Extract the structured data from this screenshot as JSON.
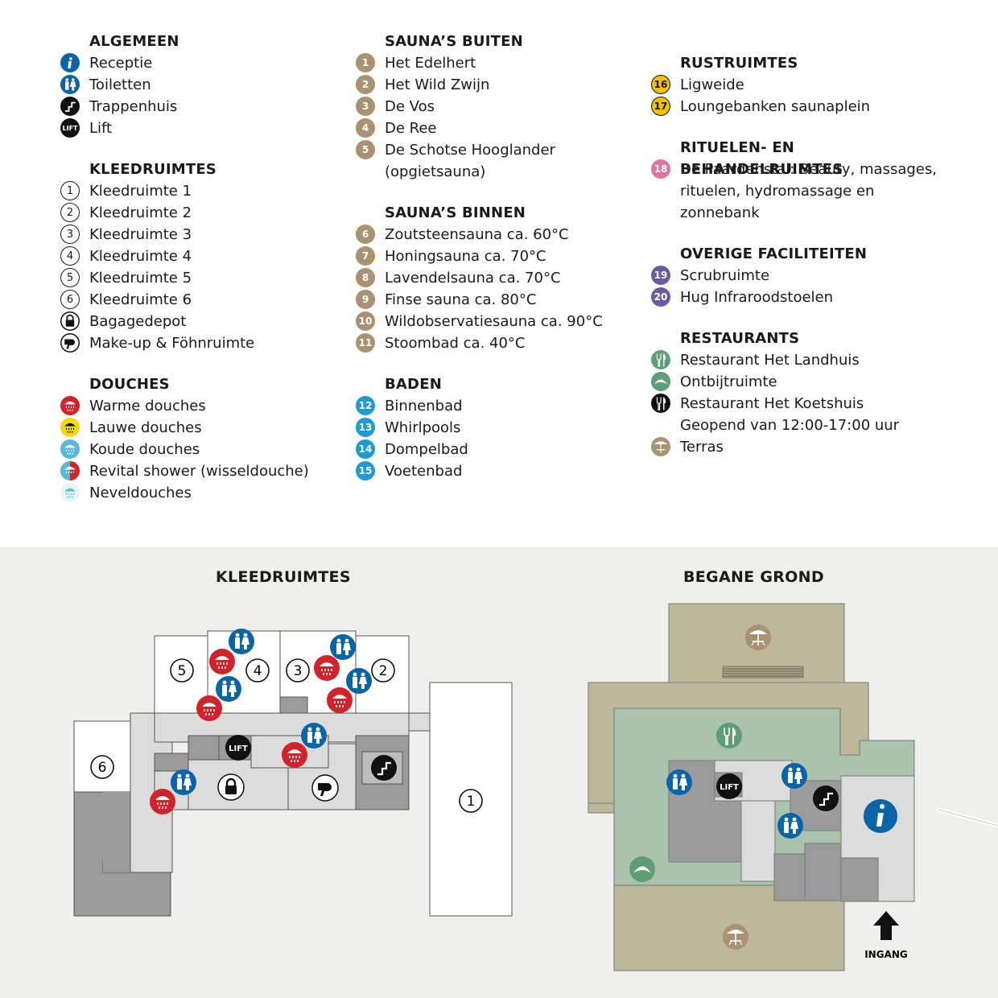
{
  "colors": {
    "general": "#0a64a8",
    "sauna": "#a89272",
    "warm": "#d2232a",
    "lauw": "#f5d90a",
    "cold": "#58b9d9",
    "bath": "#1e9bd7",
    "rust": "#f2c200",
    "ritueel": "#e2739e",
    "overig": "#6a5a9e",
    "restaurant": "#5f9c78",
    "black": "#111111",
    "terras": "#a89272"
  },
  "legend": [
    {
      "title": "ALGEMEEN",
      "items": [
        {
          "icon": "info-icon",
          "label": "Receptie"
        },
        {
          "icon": "toilet-icon",
          "label": "Toiletten"
        },
        {
          "icon": "stairs-icon",
          "label": "Trappenhuis"
        },
        {
          "icon": "lift-icon",
          "badge": "LIFT",
          "label": "Lift"
        }
      ]
    },
    {
      "title": "KLEEDRUIMTES",
      "items": [
        {
          "icon": "number-1-icon",
          "badge": "1",
          "label": "Kleedruimte 1"
        },
        {
          "icon": "number-2-icon",
          "badge": "2",
          "label": "Kleedruimte 2"
        },
        {
          "icon": "number-3-icon",
          "badge": "3",
          "label": "Kleedruimte 3"
        },
        {
          "icon": "number-4-icon",
          "badge": "4",
          "label": "Kleedruimte 4"
        },
        {
          "icon": "number-5-icon",
          "badge": "5",
          "label": "Kleedruimte 5"
        },
        {
          "icon": "number-6-icon",
          "badge": "6",
          "label": "Kleedruimte 6"
        },
        {
          "icon": "lock-icon",
          "label": "Bagagedepot"
        },
        {
          "icon": "hairdryer-icon",
          "label": "Make-up & Föhnruimte"
        }
      ]
    },
    {
      "title": "DOUCHES",
      "items": [
        {
          "icon": "warm-shower-icon",
          "label": "Warme douches"
        },
        {
          "icon": "lauw-shower-icon",
          "label": "Lauwe douches"
        },
        {
          "icon": "cold-shower-icon",
          "label": "Koude douches"
        },
        {
          "icon": "revital-shower-icon",
          "label": "Revital shower (wisseldouche)"
        },
        {
          "icon": "mist-shower-icon",
          "label": "Neveldouches"
        }
      ]
    },
    {
      "title": "SAUNA’S BUITEN",
      "items": [
        {
          "icon": "sauna-1-icon",
          "badge": "1",
          "label": "Het Edelhert"
        },
        {
          "icon": "sauna-2-icon",
          "badge": "2",
          "label": "Het Wild Zwijn"
        },
        {
          "icon": "sauna-3-icon",
          "badge": "3",
          "label": "De Vos"
        },
        {
          "icon": "sauna-4-icon",
          "badge": "4",
          "label": "De Ree"
        },
        {
          "icon": "sauna-5-icon",
          "badge": "5",
          "label": "De Schotse Hooglander\n(opgietsauna)"
        }
      ]
    },
    {
      "title": "SAUNA’S BINNEN",
      "items": [
        {
          "icon": "sauna-6-icon",
          "badge": "6",
          "label": "Zoutsteensauna ca. 60°C"
        },
        {
          "icon": "sauna-7-icon",
          "badge": "7",
          "label": "Honingsauna ca. 70°C"
        },
        {
          "icon": "sauna-8-icon",
          "badge": "8",
          "label": "Lavendelsauna ca. 70°C"
        },
        {
          "icon": "sauna-9-icon",
          "badge": "9",
          "label": "Finse sauna ca. 80°C"
        },
        {
          "icon": "sauna-10-icon",
          "badge": "10",
          "label": "Wildobservatiesauna ca. 90°C"
        },
        {
          "icon": "sauna-11-icon",
          "badge": "11",
          "label": "Stoombad ca. 40°C"
        }
      ]
    },
    {
      "title": "BADEN",
      "items": [
        {
          "icon": "bath-12-icon",
          "badge": "12",
          "label": "Binnenbad"
        },
        {
          "icon": "bath-13-icon",
          "badge": "13",
          "label": "Whirlpools"
        },
        {
          "icon": "bath-14-icon",
          "badge": "14",
          "label": "Dompelbad"
        },
        {
          "icon": "bath-15-icon",
          "badge": "15",
          "label": "Voetenbad"
        }
      ]
    },
    {
      "title": "RUSTRUIMTES",
      "items": [
        {
          "icon": "rest-16-icon",
          "badge": "16",
          "label": "Ligweide"
        },
        {
          "icon": "rest-17-icon",
          "badge": "17",
          "label": "Loungebanken saunaplein"
        }
      ]
    },
    {
      "title": "RITUELEN- EN BEHANDELRUIMTES",
      "items": [
        {
          "icon": "ritueel-18-icon",
          "badge": "18",
          "label": "De Paardenstal: Beauty, massages,\nrituelen, hydromassage en\nzonnebank"
        }
      ]
    },
    {
      "title": "OVERIGE FACILITEITEN",
      "items": [
        {
          "icon": "overig-19-icon",
          "badge": "19",
          "label": "Scrubruimte"
        },
        {
          "icon": "overig-20-icon",
          "badge": "20",
          "label": "Hug Infraroodstoelen"
        }
      ]
    },
    {
      "title": "RESTAURANTS",
      "items": [
        {
          "icon": "cutlery-green-icon",
          "label": "Restaurant Het Landhuis"
        },
        {
          "icon": "croissant-icon",
          "label": "Ontbijtruimte"
        },
        {
          "icon": "cutlery-black-icon",
          "label": "Restaurant Het Koetshuis\nGeopend van 12:00-17:00 uur"
        },
        {
          "icon": "terrace-icon",
          "label": "Terras"
        }
      ]
    }
  ],
  "maps": {
    "left_title": "KLEEDRUIMTES",
    "right_title": "BEGANE GROND",
    "room_numbers": [
      "1",
      "2",
      "3",
      "4",
      "5",
      "6"
    ],
    "lift_label": "LIFT",
    "entrance_label": "INGANG"
  }
}
